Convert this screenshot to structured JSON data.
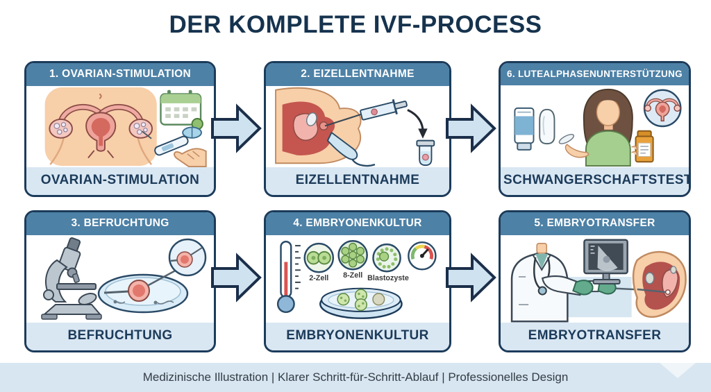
{
  "title": "DER KOMPLETE IVF-PROCESS",
  "panels": [
    {
      "step_label": "1. OVARIAN-STIMULATION",
      "caption": "OVARIAN-STIMULATION"
    },
    {
      "step_label": "2. EIZELLENTNAHME",
      "caption": "EIZELLENTNAHME"
    },
    {
      "step_label": "6. LUTEALPHASENUNTERSTÜTZUNG",
      "caption": "SCHWANGERSCHAFTSTEST"
    },
    {
      "step_label": "3. BEFRUCHTUNG",
      "caption": "BEFRUCHTUNG"
    },
    {
      "step_label": "4. EMBRYONENKULTUR",
      "caption": "EMBRYONENKULTUR",
      "stages": [
        "2-Zell",
        "8-Zell",
        "Blastozyste"
      ]
    },
    {
      "step_label": "5. EMBRYOTRANSFER",
      "caption": "EMBRYOTRANSFER"
    }
  ],
  "footer": {
    "text": "Medizinische Illustration  |  Klarer Schritt-für-Schritt-Ablauf  |  Professionelles Design"
  },
  "colors": {
    "title_text": "#16334e",
    "panel_header": "#4d81a6",
    "panel_border": "#1c3b5a",
    "caption_bg": "#d9e7f3",
    "footer_bg": "#d8e6f1",
    "arrow_fill": "#cfe2f0",
    "arrow_stroke": "#1b2f4a"
  }
}
